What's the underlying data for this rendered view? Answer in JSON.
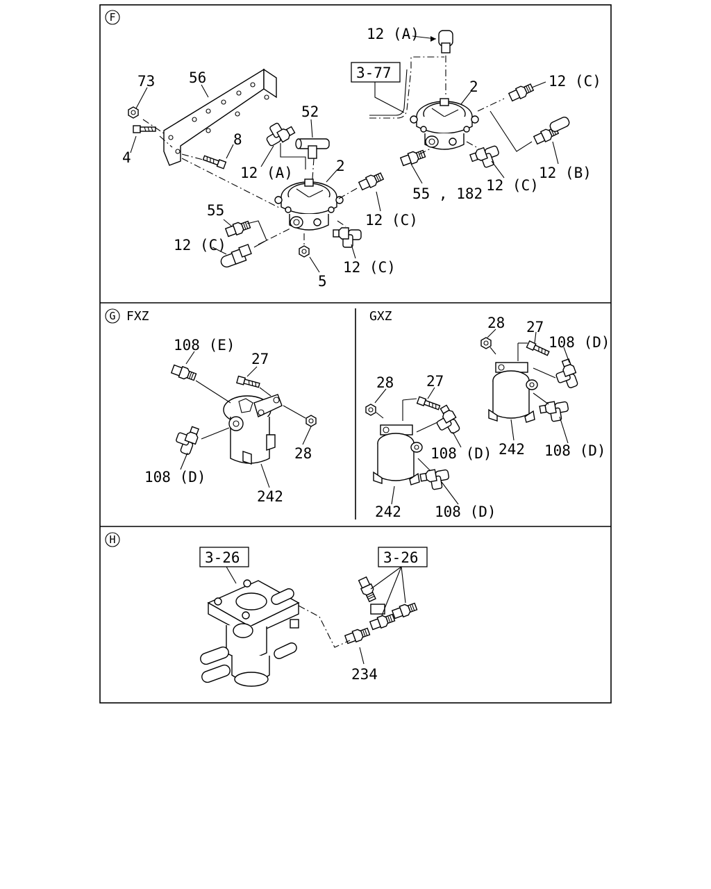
{
  "sections": {
    "F": {
      "marker": "F",
      "labels": {
        "l73": "73",
        "l56": "56",
        "l52": "52",
        "l2a": "2",
        "l4": "4",
        "l8": "8",
        "l12a_left": "12 (A)",
        "l12c_mid": "12 (C)",
        "l55": "55",
        "l12c_left": "12 (C)",
        "l12c_bot": "12 (C)",
        "l5": "5",
        "l12a_top": "12 (A)",
        "ref_3_77": "3-77",
        "l2b": "2",
        "l12c_tr": "12 (C)",
        "l12b": "12 (B)",
        "l12c_r": "12 (C)",
        "l55_182": "55 , 182"
      }
    },
    "G": {
      "marker": "G",
      "left_title": "FXZ",
      "right_title": "GXZ",
      "labels": {
        "f_108e": "108 (E)",
        "f_27": "27",
        "f_28": "28",
        "f_108d": "108 (D)",
        "f_242": "242",
        "g_28a": "28",
        "g_27a": "27",
        "g_108d_a": "108 (D)",
        "g_242a": "242",
        "g_108d_b": "108 (D)",
        "g_28b": "28",
        "g_27b": "27",
        "g_108d_c": "108 (D)",
        "g_242b": "242",
        "g_108d_d": "108 (D)"
      }
    },
    "H": {
      "marker": "H",
      "labels": {
        "ref_left": "3-26",
        "ref_right": "3-26",
        "l234": "234"
      }
    }
  }
}
